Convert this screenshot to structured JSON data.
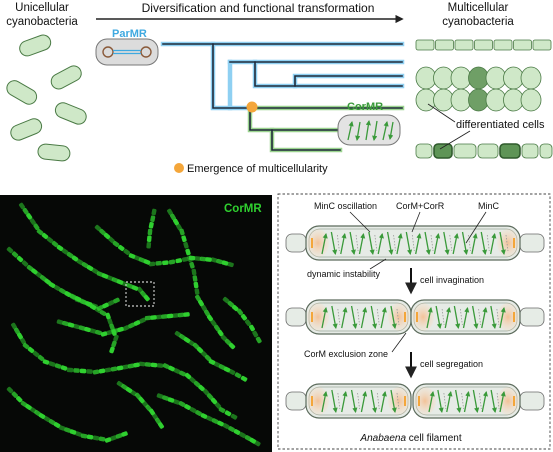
{
  "top": {
    "header": "Diversification and functional transformation",
    "left_title": [
      "Unicellular",
      "cyanobacteria"
    ],
    "right_title": [
      "Multicellular",
      "cyanobacteria"
    ],
    "parmr_label": "ParMR",
    "cormr_label": "CorMR",
    "differentiated_label": "differentiated cells",
    "legend_text": "Emergence of multicellularity"
  },
  "micrograph": {
    "label": "CorMR"
  },
  "model": {
    "label_minc_osc": "MinC oscillation",
    "label_cormcorr": "CorM+CorR",
    "label_minc": "MinC",
    "label_dynamic": "dynamic instability",
    "label_invagination": "cell invagination",
    "label_exclusion": "CorM exclusion zone",
    "label_segregation": "cell segregation",
    "caption_italic": "Anabaena",
    "caption_rest": " cell filament"
  },
  "colors": {
    "parmr_blue": "#3fa9e0",
    "cormr_green": "#3a9a3a",
    "tree_dark": "#1f2a3a",
    "emergence_orange": "#f4a63a",
    "cell_fill": "#cfe8c8",
    "cell_dark": "#4f8a4a",
    "micro_bg": "#060806",
    "micro_green": "#2fd02f"
  }
}
